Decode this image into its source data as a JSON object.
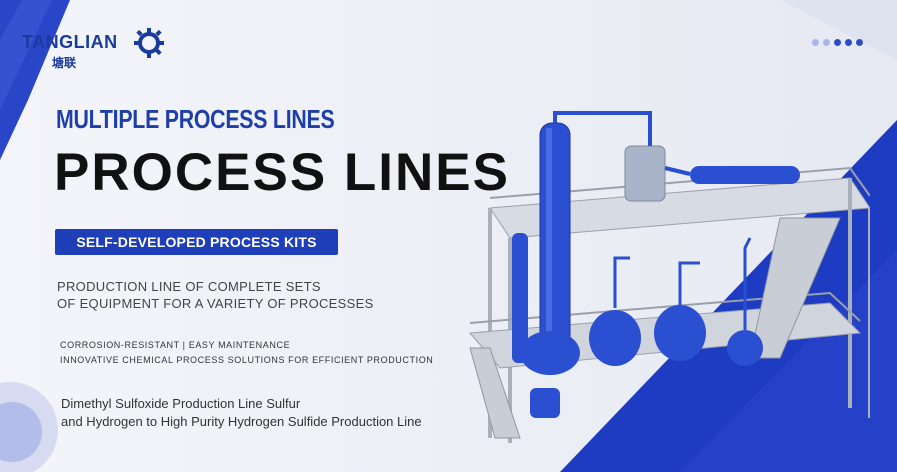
{
  "brand": {
    "name": "TANGLIAN",
    "name_cn": "塘联",
    "icon": "gear-icon"
  },
  "pagination": {
    "count": 5,
    "active": 0
  },
  "hero": {
    "subtitle": "MULTIPLE PROCESS LINES",
    "title": "PROCESS LINES",
    "pill": "SELF-DEVELOPED PROCESS KITS",
    "desc_line1": "PRODUCTION LINE OF COMPLETE SETS",
    "desc_line2": "OF EQUIPMENT FOR A VARIETY OF PROCESSES",
    "features": "CORROSION-RESISTANT  | EASY MAINTENANCE",
    "tagline": "INNOVATIVE CHEMICAL PROCESS SOLUTIONS FOR EFFICIENT PRODUCTION",
    "lines_1": "Dimethyl Sulfoxide Production Line Sulfur",
    "lines_2": "and Hydrogen to High Purity Hydrogen Sulfide Production Line"
  },
  "colors": {
    "accent": "#1f3fb8",
    "brand": "#1a3b9c",
    "background": "#eef0f6"
  }
}
